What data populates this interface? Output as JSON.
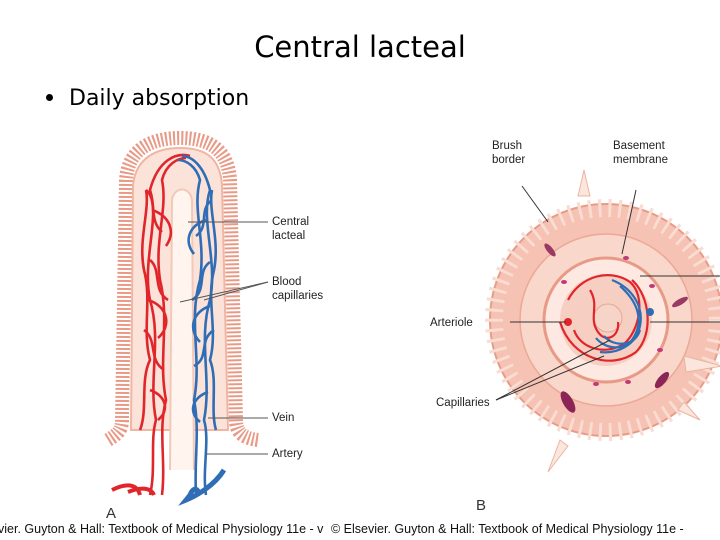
{
  "slide": {
    "title": "Central lacteal",
    "bullet": "Daily absorption"
  },
  "figure_a": {
    "letter": "A",
    "labels": {
      "central_lacteal_1": "Central",
      "central_lacteal_2": "lacteal",
      "blood_capillaries_1": "Blood",
      "blood_capillaries_2": "capillaries",
      "vein": "Vein",
      "artery": "Artery"
    }
  },
  "figure_b": {
    "letter": "B",
    "labels": {
      "brush_border_1": "Brush",
      "brush_border_2": "border",
      "basement_membrane_1": "Basement",
      "basement_membrane_2": "membrane",
      "arteriole": "Arteriole",
      "capillaries": "Capillaries"
    }
  },
  "footer": {
    "left": "vier. Guyton & Hall: Textbook of Medical Physiology 11e - v",
    "right": "© Elsevier. Guyton & Hall: Textbook of Medical Physiology 11e -"
  },
  "colors": {
    "artery_red": "#e0262b",
    "vein_blue": "#2f6db5",
    "tissue_pink": "#f4b8a8",
    "cell_pink": "#f9d4c8"
  }
}
